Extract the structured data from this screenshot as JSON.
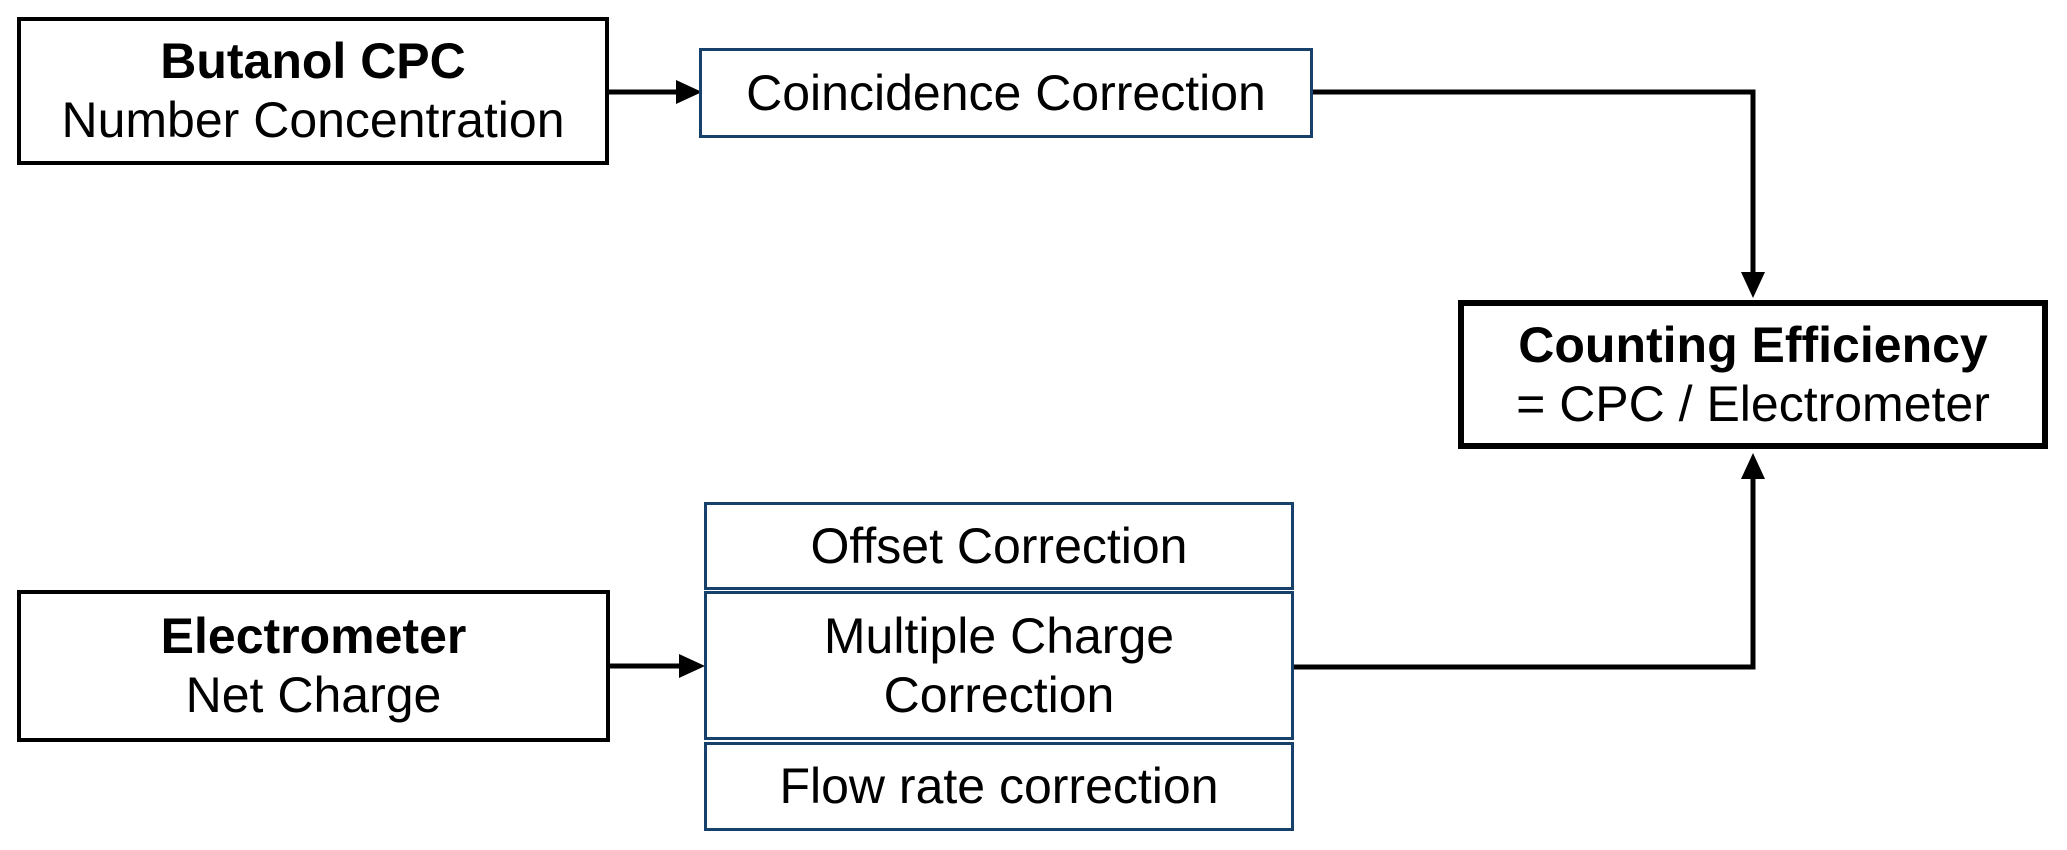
{
  "diagram": {
    "background_color": "#ffffff",
    "connector_color": "#000000",
    "source_box_border_color": "#000000",
    "correction_box_border_color": "#17416b",
    "nodes": {
      "butanol_cpc": {
        "title": "Butanol CPC",
        "subtitle": "Number Concentration"
      },
      "coincidence_correction": {
        "label": "Coincidence Correction"
      },
      "counting_efficiency": {
        "title": "Counting Efficiency",
        "subtitle": "= CPC / Electrometer"
      },
      "electrometer": {
        "title": "Electrometer",
        "subtitle": "Net Charge"
      },
      "offset_correction": {
        "label": "Offset Correction"
      },
      "multiple_charge_correction": {
        "label": "Multiple Charge Correction"
      },
      "flow_rate_correction": {
        "label": "Flow rate correction"
      }
    },
    "edges": [
      {
        "from": "butanol_cpc",
        "to": "coincidence_correction"
      },
      {
        "from": "coincidence_correction",
        "to": "counting_efficiency"
      },
      {
        "from": "electrometer",
        "to": "multiple_charge_correction"
      },
      {
        "from": "multiple_charge_correction",
        "to": "counting_efficiency"
      }
    ]
  }
}
